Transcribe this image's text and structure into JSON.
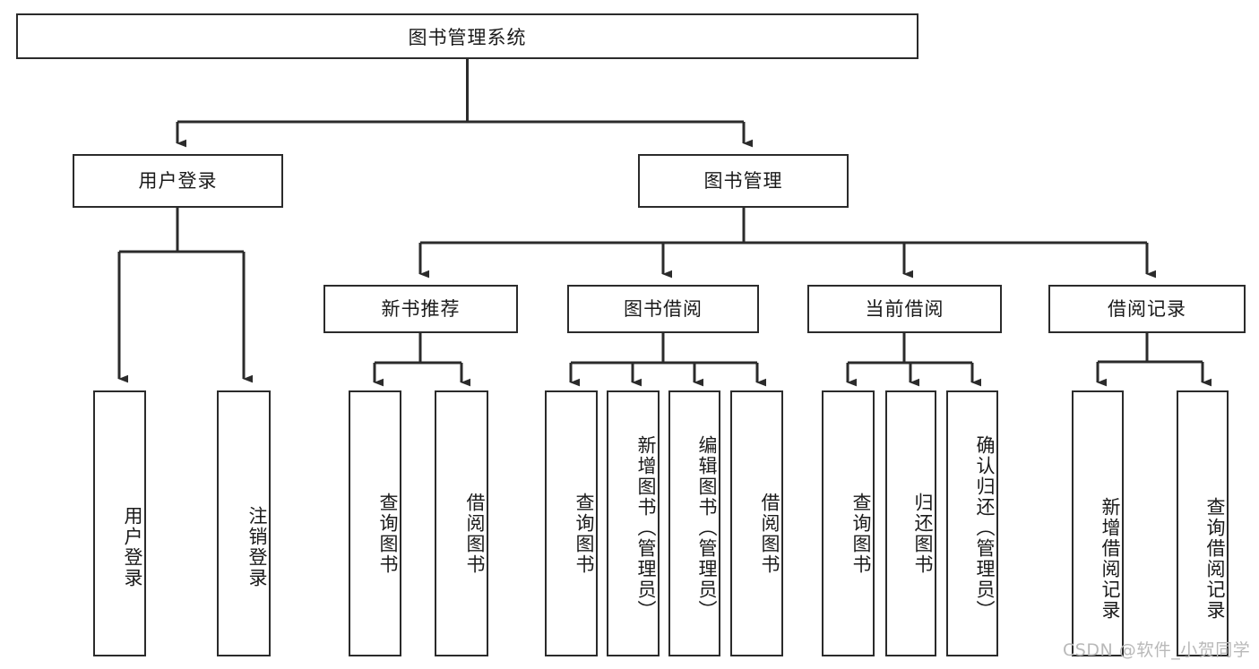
{
  "diagram": {
    "title": "图书管理系统",
    "watermark": "CSDN @软件_小贺同学",
    "line_color": "#2b2b2b",
    "box_fill": "#ffffff",
    "text_color": "#1a1a1a",
    "watermark_color": "#b9b9b9"
  },
  "nodes": {
    "root": {
      "label": "图书管理系统"
    },
    "level2": [
      {
        "id": "user-login",
        "label": "用户登录"
      },
      {
        "id": "book-manage",
        "label": "图书管理"
      }
    ],
    "level3": [
      {
        "id": "new-book-recommend",
        "label": "新书推荐"
      },
      {
        "id": "book-borrow",
        "label": "图书借阅"
      },
      {
        "id": "current-borrow",
        "label": "当前借阅"
      },
      {
        "id": "borrow-record",
        "label": "借阅记录"
      }
    ],
    "leaves": {
      "user_login": [
        {
          "id": "leaf-user-login",
          "label": "用户登录"
        },
        {
          "id": "leaf-logout-login",
          "label": "注销登录"
        }
      ],
      "new_book_recommend": [
        {
          "id": "leaf-query-book-1",
          "label": "查询图书"
        },
        {
          "id": "leaf-borrow-book-1",
          "label": "借阅图书"
        }
      ],
      "book_borrow": [
        {
          "id": "leaf-query-book-2",
          "label": "查询图书"
        },
        {
          "id": "leaf-add-book",
          "label": "新增图书（管理员）"
        },
        {
          "id": "leaf-edit-book",
          "label": "编辑图书（管理员）"
        },
        {
          "id": "leaf-borrow-book-2",
          "label": "借阅图书"
        }
      ],
      "current_borrow": [
        {
          "id": "leaf-query-book-3",
          "label": "查询图书"
        },
        {
          "id": "leaf-return-book",
          "label": "归还图书"
        },
        {
          "id": "leaf-confirm-return",
          "label": "确认归还（管理员）"
        }
      ],
      "borrow_record": [
        {
          "id": "leaf-add-record",
          "label": "新增借阅记录"
        },
        {
          "id": "leaf-query-record",
          "label": "查询借阅记录"
        }
      ]
    }
  }
}
